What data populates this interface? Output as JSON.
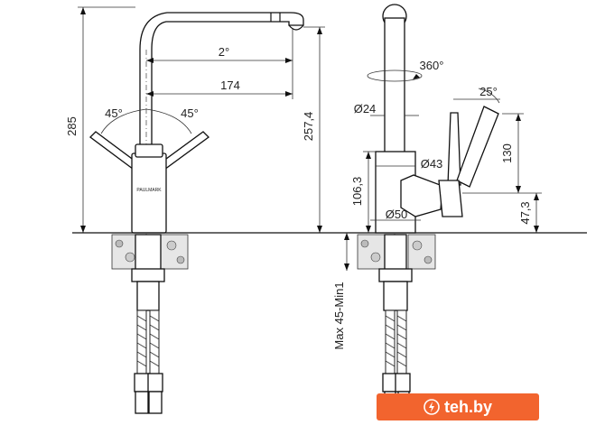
{
  "left_view": {
    "height_total": "285",
    "angle_spout": "2°",
    "reach": "174",
    "height_spout": "257,4",
    "angle_left": "45°",
    "angle_right": "45°",
    "brand": "PAULMARK"
  },
  "right_view": {
    "rotation": "360°",
    "lever_angle": "25°",
    "diameter_spout": "Ø24",
    "diameter_body": "Ø43",
    "diameter_base": "Ø50",
    "height_body": "106,3",
    "lever_height": "130",
    "lever_base": "47,3",
    "mounting": "Max 45-Min1"
  },
  "watermark": {
    "text": "teh.by",
    "color": "#f2642e"
  }
}
